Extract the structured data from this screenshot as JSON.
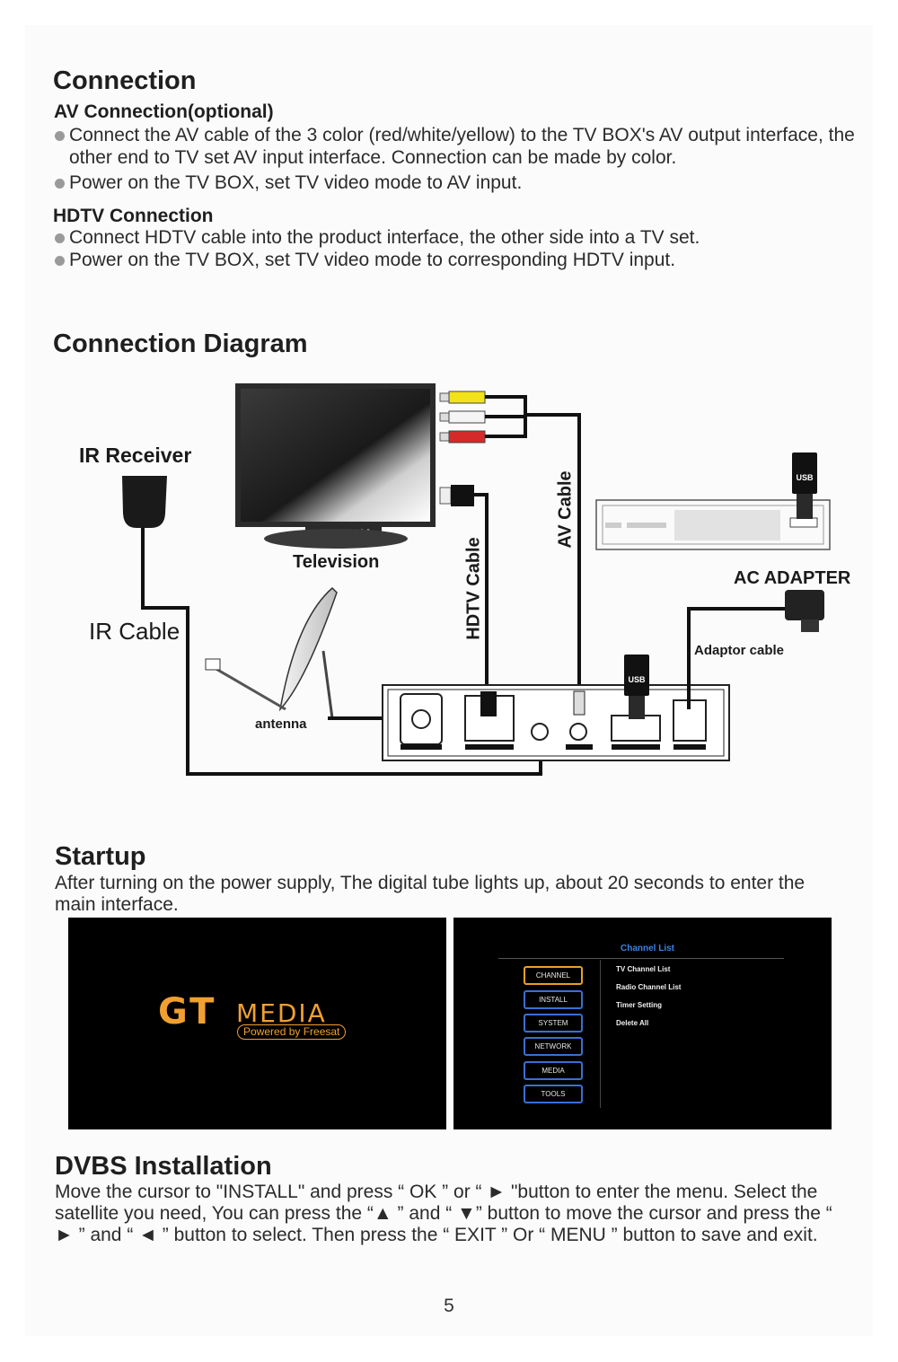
{
  "connection": {
    "title": "Connection",
    "av": {
      "title": "AV Connection(optional)",
      "bullets": [
        "Connect the AV cable of the 3 color (red/white/yellow) to the TV BOX's AV output interface, the other end to TV set AV input interface. Connection can be made by color.",
        "Power on the TV BOX, set TV video mode to AV input."
      ]
    },
    "hdtv": {
      "title": "HDTV Connection",
      "bullets": [
        "Connect HDTV cable into the product interface, the other side into a TV set.",
        "Power on the TV BOX, set TV video mode to corresponding HDTV input."
      ]
    }
  },
  "diagram": {
    "title": "Connection Diagram",
    "labels": {
      "ir_receiver": "IR Receiver",
      "ir_cable": "IR Cable",
      "television": "Television",
      "antenna": "antenna",
      "hdtv_cable": "HDTV Cable",
      "av_cable": "AV Cable",
      "ac_adapter": "AC ADAPTER",
      "adaptor_cable": "Adaptor cable",
      "usb_top": "USB",
      "usb_bottom": "USB"
    }
  },
  "startup": {
    "title": "Startup",
    "text": "After turning on the power supply, The digital tube lights up, about 20 seconds to enter the main interface.",
    "logo": {
      "gt": "GT",
      "media": "MEDIA",
      "tagline": "Powered by Freesat"
    },
    "menu": {
      "header": "Channel List",
      "buttons": [
        "CHANNEL",
        "INSTALL",
        "SYSTEM",
        "NETWORK",
        "MEDIA",
        "TOOLS"
      ],
      "options": [
        "TV Channel List",
        "Radio Channel List",
        "Timer Setting",
        "Delete All"
      ]
    }
  },
  "dvbs": {
    "title": "DVBS Installation",
    "text": "Move the cursor to \"INSTALL\" and press “ OK ” or “ ► \"button to enter the menu. Select the satellite you need, You can press the “▲ ” and “ ▼” button  to move the cursor and press the “ ► ” and “ ◄ ” button to select. Then press the “ EXIT ” Or “ MENU ” button to save and exit."
  },
  "page_number": "5",
  "colors": {
    "menu_header": "#3a82e6",
    "menu_border": "#3b6fd1",
    "menu_selected": "#e8a020",
    "logo_orange": "#f0a030"
  }
}
